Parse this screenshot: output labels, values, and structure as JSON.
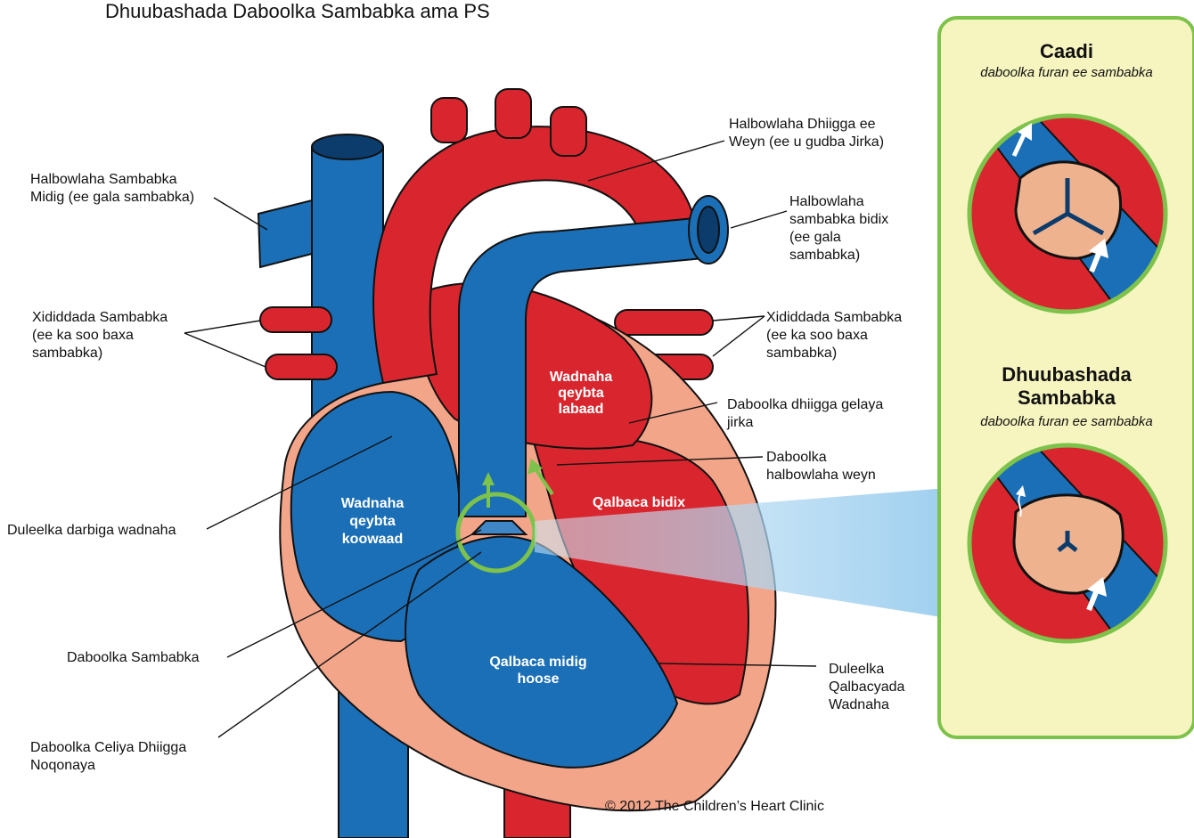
{
  "title": "Dhuubashada Daboolka Sambabka ama PS",
  "labels": {
    "rpa": [
      "Halbowlaha Sambabka",
      "Midig (ee gala sambabka)"
    ],
    "lpv": [
      "Xididdada Sambabka",
      "(ee ka soo baxa",
      "sambabka)"
    ],
    "septum_atrial": [
      "Duleelka darbiga wadnaha"
    ],
    "pulm_valve": [
      "Daboolka Sambabka"
    ],
    "ivc": [
      "Daboolka Celiya Dhiigga",
      "Noqonaya"
    ],
    "aorta": [
      "Halbowlaha Dhiigga ee",
      "Weyn (ee u gudba Jirka)"
    ],
    "lpa": [
      "Halbowlaha",
      "sambabka bidix",
      "(ee gala",
      "sambabka)"
    ],
    "rpv": [
      "Xididdada Sambabka",
      "(ee ka soo baxa",
      "sambabka)"
    ],
    "mitral": [
      "Daboolka dhiigga gelaya",
      "jirka"
    ],
    "aortic_valve": [
      "Daboolka",
      "halbowlaha weyn"
    ],
    "vsd": [
      "Duleelka",
      "Qalbacyada",
      "Wadnaha"
    ]
  },
  "chambers": {
    "la": [
      "Wadnaha",
      "qeybta",
      "labaad"
    ],
    "ra": [
      "Wadnaha",
      "qeybta",
      "koowaad"
    ],
    "lv": [
      "Qalbaca bidix"
    ],
    "rv": [
      "Qalbaca midig",
      "hoose"
    ]
  },
  "panel": {
    "normal_title": "Caadi",
    "normal_sub": "daboolka furan ee sambabka",
    "stenosis_title": [
      "Dhuubashada",
      "Sambabka"
    ],
    "stenosis_sub": "daboolka furan ee sambabka"
  },
  "copyright": "© 2012 The Children’s Heart Clinic",
  "colors": {
    "red": "#d9262e",
    "dark_red": "#8e1219",
    "blue": "#1b6fb7",
    "dark_blue": "#0b3c6b",
    "salmon": "#f3a58a",
    "panel_bg": "#f7f5bf",
    "panel_border": "#7dc24a"
  }
}
